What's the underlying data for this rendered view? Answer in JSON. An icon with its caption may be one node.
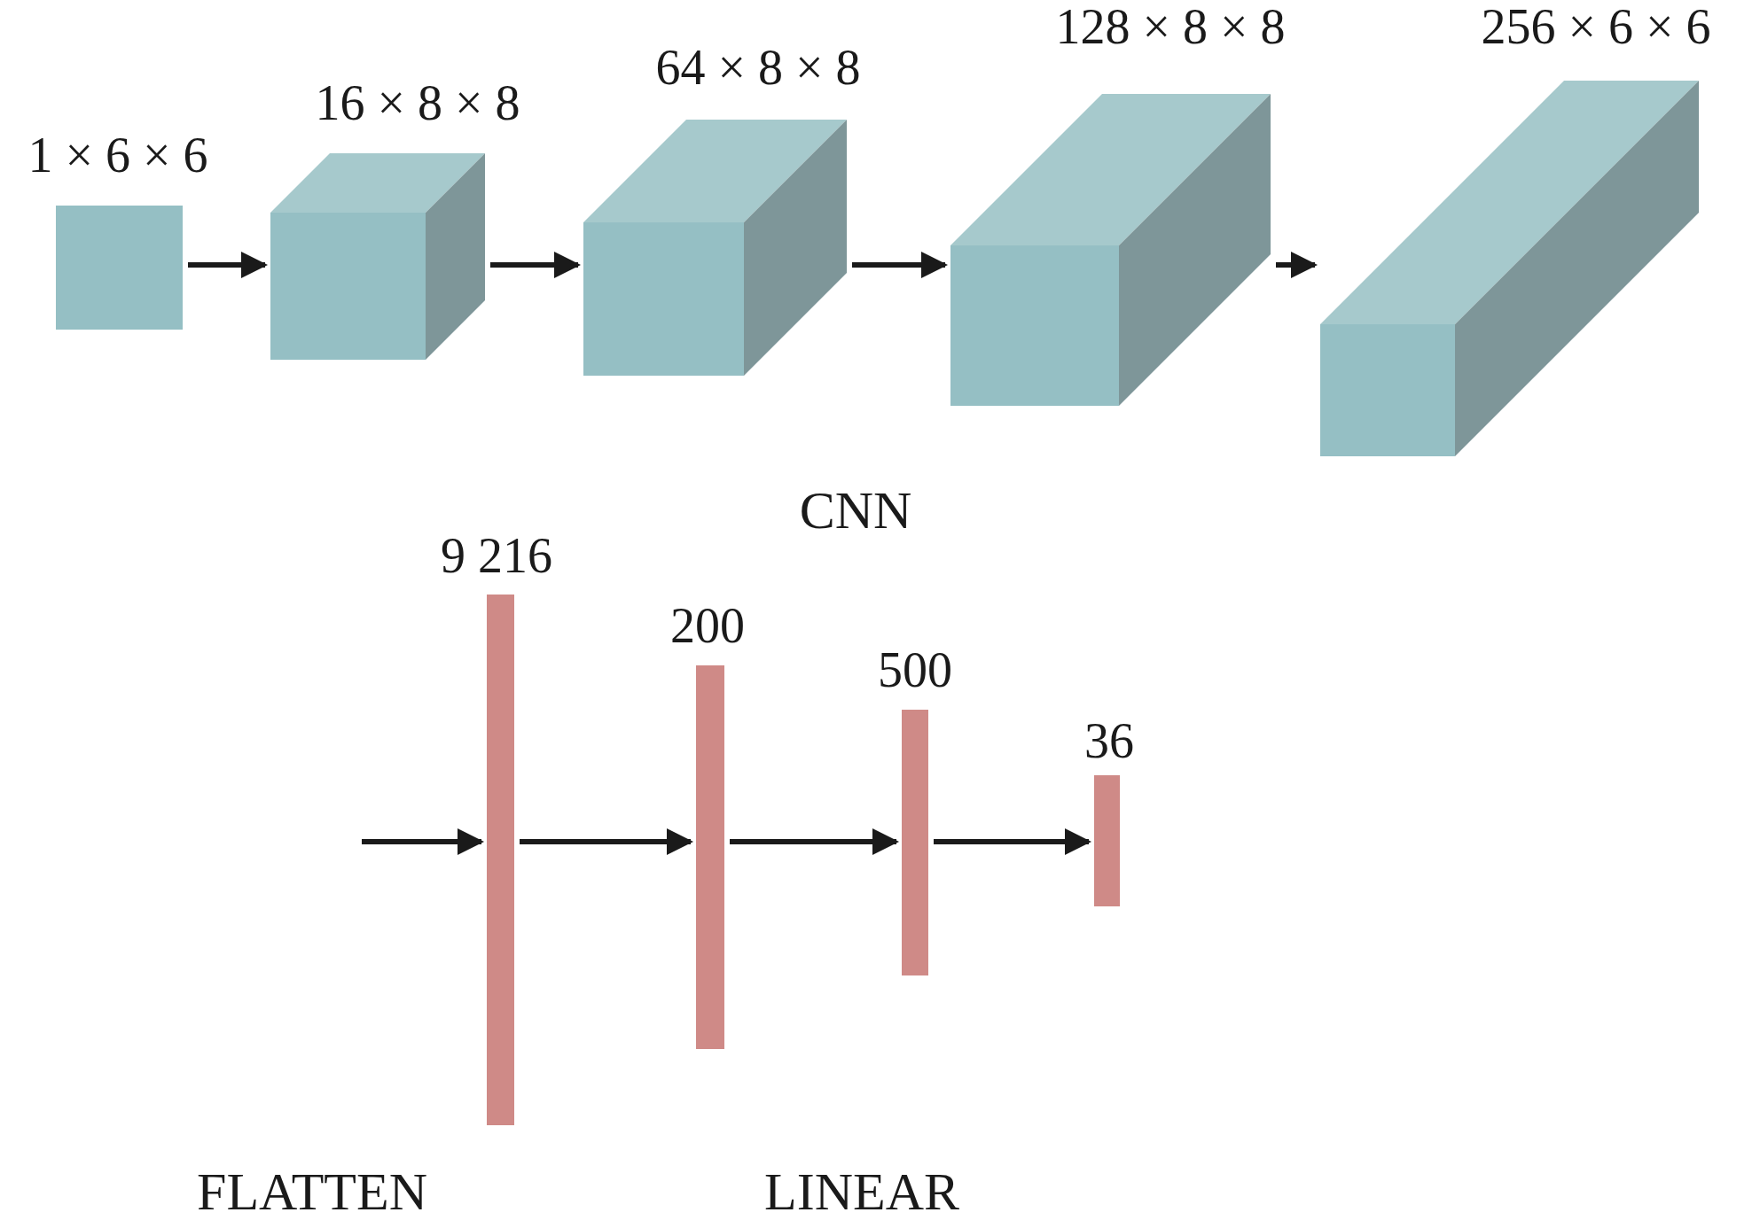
{
  "diagram": {
    "nodes": [
      {
        "text": [
          "1 × 6 × 6"
        ]
      },
      {
        "text": [
          "16 × 8 × 8"
        ]
      },
      {
        "text": [
          "64 × 8 × 8"
        ]
      },
      {
        "text": [
          "128 × 8 × 8"
        ]
      },
      {
        "text": [
          "256 × 6 × 6"
        ]
      },
      {
        "text": [
          "9 216"
        ]
      },
      {
        "text": [
          "200"
        ]
      },
      {
        "text": [
          "500"
        ]
      },
      {
        "text": [
          "36"
        ]
      }
    ],
    "edges": [
      {
        "from": 0,
        "to": 1,
        "arrow": "to"
      },
      {
        "from": 1,
        "to": 2,
        "arrow": "to"
      },
      {
        "from": 2,
        "to": 3,
        "arrow": "to"
      },
      {
        "from": 3,
        "to": 4,
        "arrow": "to"
      },
      {
        "from": null,
        "to": 5,
        "arrow": "to"
      },
      {
        "from": 5,
        "to": 6,
        "arrow": "to"
      },
      {
        "from": 6,
        "to": 7,
        "arrow": "to"
      },
      {
        "from": 7,
        "to": 8,
        "arrow": "to"
      }
    ],
    "labels": [
      "CNN",
      "FLATTEN",
      "LINEAR"
    ]
  }
}
